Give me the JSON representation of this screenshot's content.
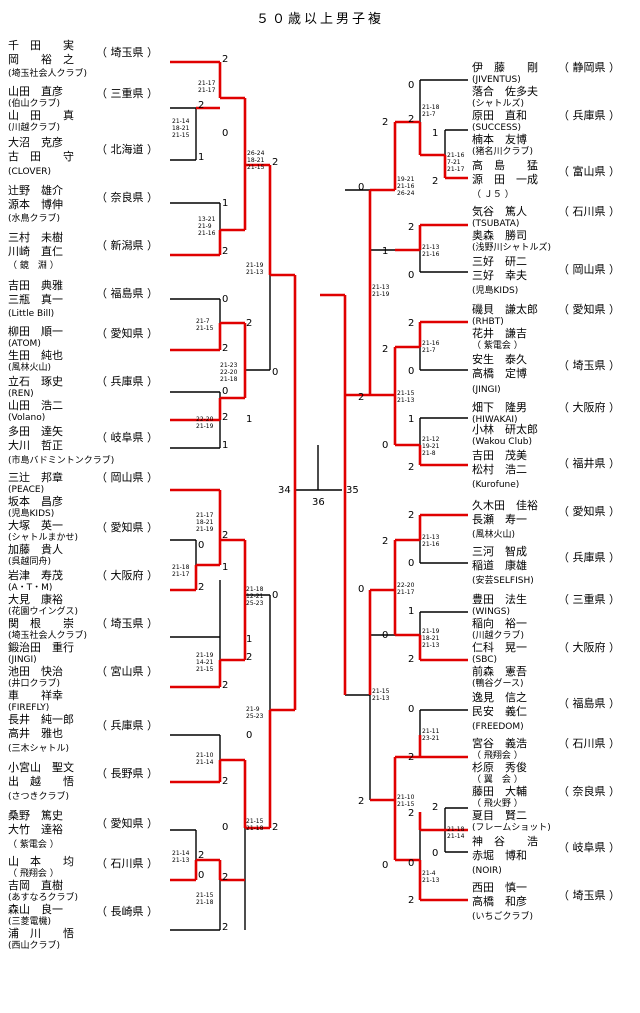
{
  "title": "５０歳以上男子複",
  "final": {
    "left_match": "34",
    "center_match": "36",
    "right_match": "35"
  },
  "left_entries": [
    {
      "p1": "千　田　　実",
      "p2": "岡　　裕　之",
      "club": "(埼玉社会人クラブ)",
      "pref": "（ 埼玉県 ）"
    },
    {
      "p1": "山田　直彦",
      "p2": "山　田　　真",
      "club": "(川越クラブ)",
      "pref": "（ 三重県 ）",
      "club0": "(伯山クラブ)"
    },
    {
      "p1": "大沼　克彦",
      "p2": "古　田　　守",
      "club": "(CLOVER)",
      "pref": "（ 北海道 ）"
    },
    {
      "p1": "辻野　雄介",
      "p2": "源本　博伸",
      "club": "(水鳥クラブ)",
      "pref": "（ 奈良県 ）"
    },
    {
      "p1": "三村　未樹",
      "p2": "川崎　直仁",
      "club": "（ 鏡　淵 ）",
      "pref": "（ 新潟県 ）"
    },
    {
      "p1": "吉田　典雅",
      "p2": "三瓶　真一",
      "club": "(Little Bill)",
      "pref": "（ 福島県 ）"
    },
    {
      "p1": "柳田　順一",
      "p2": "生田　純也",
      "club": "(風林火山)",
      "pref": "（ 愛知県 ）",
      "club0": "(ATOM)"
    },
    {
      "p1": "立石　琢史",
      "p2": "山田　浩二",
      "club": "(Volano)",
      "pref": "（ 兵庫県 ）",
      "club0": "(REN)"
    },
    {
      "p1": "多田　達矢",
      "p2": "大川　哲正",
      "club": "(市島バドミントンクラブ)",
      "pref": "（ 岐阜県 ）"
    },
    {
      "p1": "三辻　邦章",
      "p2": "坂本　昌彦",
      "club": "(児島KIDS)",
      "pref": "（ 岡山県 ）",
      "club0": "(PEACE)"
    },
    {
      "p1": "大塚　英一",
      "p2": "加藤　貴人",
      "club": "(呉越同舟)",
      "pref": "（ 愛知県 ）",
      "club0": "(シャトルまかせ)"
    },
    {
      "p1": "岩津　寿茂",
      "p2": "大見　康裕",
      "club": "(花園ウイングス)",
      "pref": "（ 大阪府 ）",
      "club0": "(A・T・M)"
    },
    {
      "p1": "関　根　　崇",
      "p2": "鍛治田　重行",
      "club": "(JINGI)",
      "pref": "（ 埼玉県 ）",
      "club0": "(埼玉社会人クラブ)"
    },
    {
      "p1": "池田　快治",
      "p2": "車　　祥幸",
      "club": "(FIREFLY)",
      "pref": "（ 宮山県 ）",
      "club0": "(井口クラブ)"
    },
    {
      "p1": "長井　純一郎",
      "p2": "高井　雅也",
      "club": "(三木シャトル)",
      "pref": "（ 兵庫県 ）"
    },
    {
      "p1": "小宮山　聖文",
      "p2": "出　越　　悟",
      "club": "(さつきクラブ)",
      "pref": "（ 長野県 ）"
    },
    {
      "p1": "桑野　篤史",
      "p2": "大竹　達裕",
      "club": "（ 紫電会 ）",
      "pref": "（ 愛知県 ）"
    },
    {
      "p1": "山　本　　均",
      "p2": "吉岡　直樹",
      "club": "(あすなろクラブ)",
      "pref": "（ 石川県 ）",
      "club0": "（ 飛翔会 ）"
    },
    {
      "p1": "森山　良一",
      "p2": "浦　川　　悟",
      "club": "(西山クラブ)",
      "pref": "（ 長崎県 ）",
      "club0": "(三菱電機)"
    }
  ],
  "right_entries": [
    {
      "p1": "伊　藤　　剛",
      "p2": "落合　佐多夫",
      "club": "(シャトルズ)",
      "pref": "（ 静岡県 ）",
      "club0": "(JIVENTUS)"
    },
    {
      "p1": "原田　直和",
      "p2": "楠本　友博",
      "club": "(猪名川クラブ)",
      "pref": "（ 兵庫県 ）",
      "club0": "(SUCCESS)"
    },
    {
      "p1": "高　島　　猛",
      "p2": "源　田　一成",
      "club": "（ Ｊ５ ）",
      "pref": "（ 富山県 ）"
    },
    {
      "p1": "気谷　篤人",
      "p2": "奥森　勝司",
      "club": "(浅野川シャトルズ)",
      "pref": "（ 石川県 ）",
      "club0": "(TSUBATA)"
    },
    {
      "p1": "三好　研二",
      "p2": "三好　幸夫",
      "club": "(児島KIDS)",
      "pref": "（ 岡山県 ）"
    },
    {
      "p1": "磯貝　謙太郎",
      "p2": "花井　謙吉",
      "club": "（ 紫電会 ）",
      "pref": "（ 愛知県 ）",
      "club0": "(RHBT)"
    },
    {
      "p1": "安生　泰久",
      "p2": "高橋　定博",
      "club": "(JINGI)",
      "pref": "（ 埼玉県 ）"
    },
    {
      "p1": "畑下　隆男",
      "p2": "小林　研太郎",
      "club": "(Wakou Club)",
      "pref": "（ 大阪府 ）",
      "club0": "(HIWAKAI)"
    },
    {
      "p1": "吉田　茂美",
      "p2": "松村　浩二",
      "club": "(Kurofune)",
      "pref": "（ 福井県 ）"
    },
    {
      "p1": "久木田　佳裕",
      "p2": "長瀬　寿一",
      "club": "(風林火山)",
      "pref": "（ 愛知県 ）"
    },
    {
      "p1": "三河　智成",
      "p2": "稲道　康雄",
      "club": "(安芸SELFISH)",
      "pref": "（ 兵庫県 ）"
    },
    {
      "p1": "豊田　法生",
      "p2": "稲向　裕一",
      "club": "(川越クラブ)",
      "pref": "（ 三重県 ）",
      "club0": "(WINGS)"
    },
    {
      "p1": "仁科　晃一",
      "p2": "前森　憲吾",
      "club": "(鴨谷グース)",
      "pref": "（ 大阪府 ）",
      "club0": "(SBC)"
    },
    {
      "p1": "逸見　信之",
      "p2": "民安　義仁",
      "club": "(FREEDOM)",
      "pref": "（ 福島県 ）"
    },
    {
      "p1": "宮谷　義浩",
      "p2": "杉原　秀俊",
      "club": "（ 翼　会 ）",
      "pref": "（ 石川県 ）",
      "club0": "（ 飛翔会 ）"
    },
    {
      "p1": "藤田　大輔",
      "p2": "夏目　賢二",
      "club": "(フレームショット)",
      "pref": "（ 奈良県 ）",
      "club0": "（ 飛火野 ）"
    },
    {
      "p1": "神　谷　　浩",
      "p2": "赤堀　博和",
      "club": "(NOIR)",
      "pref": "（ 岐阜県 ）"
    },
    {
      "p1": "西田　慎一",
      "p2": "高橋　和彦",
      "club": "(いちごクラブ)",
      "pref": "（ 埼玉県 ）"
    }
  ],
  "left_results": [
    {
      "s": [
        "21-17",
        "21-17"
      ],
      "w": "2",
      "l": ""
    },
    {
      "s": [
        "21-14",
        "18-21",
        "21-15"
      ],
      "w": "2",
      "l": "0"
    },
    {
      "s": [
        "",
        "",
        ""
      ],
      "w": "",
      "l": "1"
    },
    {
      "s": [
        "26-24",
        "18-21",
        "21-15"
      ],
      "w": "2",
      "l": "1"
    },
    {
      "s": [
        "13-21",
        "21-9",
        "21-16"
      ],
      "w": "2",
      "l": "1"
    },
    {
      "s": [
        "21-19",
        "21-13"
      ],
      "w": "2",
      "l": "0"
    },
    {
      "s": [
        "21-7",
        "21-15"
      ],
      "w": "2",
      "l": "0"
    },
    {
      "s": [
        "21-23",
        "22-20",
        "21-18"
      ],
      "w": "2",
      "l": "1"
    },
    {
      "s": [
        "22-20",
        "21-19"
      ],
      "w": "2",
      "l": "0"
    },
    {
      "s": [
        "21-17",
        "18-21",
        "21-19"
      ],
      "w": "2",
      "l": "1"
    },
    {
      "s": [
        "21-18",
        "21-17"
      ],
      "w": "2",
      "l": "0"
    },
    {
      "s": [
        "21-18",
        "12-21",
        "25-23"
      ],
      "w": "2",
      "l": "1"
    },
    {
      "s": [
        "21-19",
        "14-21",
        "21-15"
      ],
      "w": "2",
      "l": "1"
    },
    {
      "s": [
        "21-9",
        "25-23"
      ],
      "w": "2",
      "l": "0"
    },
    {
      "s": [
        "21-10",
        "21-14"
      ],
      "w": "2",
      "l": "0"
    },
    {
      "s": [
        "21-15",
        "21-18"
      ],
      "w": "2",
      "l": "0"
    },
    {
      "s": [
        "21-14",
        "21-13"
      ],
      "w": "2",
      "l": "0"
    },
    {
      "s": [
        "21-15",
        "21-18"
      ],
      "w": "2",
      "l": "0"
    }
  ],
  "right_results": [
    {
      "s": [
        "21-18",
        "21-7"
      ],
      "w": "2",
      "l": "0"
    },
    {
      "s": [
        "21-16",
        "7-21",
        "21-17"
      ],
      "w": "2",
      "l": "1"
    },
    {
      "s": [
        "19-21",
        "21-16",
        "26-24"
      ],
      "w": "2",
      "l": "1"
    },
    {
      "s": [
        "21-13",
        "21-16"
      ],
      "w": "2",
      "l": "0"
    },
    {
      "s": [
        "21-13",
        "21-19"
      ],
      "w": "2",
      "l": "0"
    },
    {
      "s": [
        "21-16",
        "21-7"
      ],
      "w": "2",
      "l": "0"
    },
    {
      "s": [
        "21-15",
        "21-13"
      ],
      "w": "2",
      "l": "0"
    },
    {
      "s": [
        "21-12",
        "19-21",
        "21-8"
      ],
      "w": "2",
      "l": "1"
    },
    {
      "s": [
        "21-13",
        "21-16"
      ],
      "w": "2",
      "l": "0"
    },
    {
      "s": [
        "22-20",
        "21-17"
      ],
      "w": "2",
      "l": "0"
    },
    {
      "s": [
        "21-19",
        "18-21",
        "21-13"
      ],
      "w": "2",
      "l": "1"
    },
    {
      "s": [
        "21-15",
        "21-13"
      ],
      "w": "2",
      "l": "0"
    },
    {
      "s": [
        "21-11",
        "23-21"
      ],
      "w": "2",
      "l": "0"
    },
    {
      "s": [
        "21-10",
        "21-15"
      ],
      "w": "2",
      "l": "0"
    },
    {
      "s": [
        "21-18",
        "21-14"
      ],
      "w": "2",
      "l": "0"
    },
    {
      "s": [
        "21-4",
        "21-13"
      ],
      "w": "2",
      "l": "0"
    }
  ]
}
